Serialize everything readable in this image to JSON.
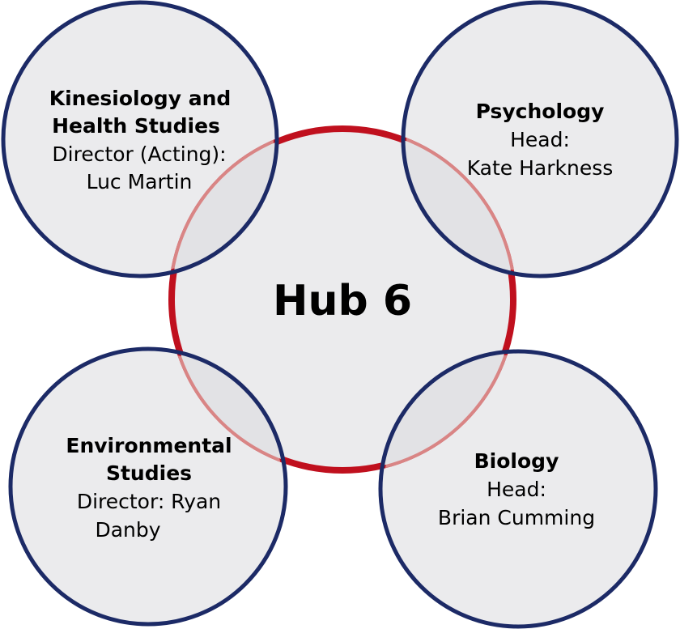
{
  "colors": {
    "fill": "#ebebed",
    "hub_stroke": "#c0101e",
    "hub_stroke_light": "#d98585",
    "unit_stroke": "#1c2a66",
    "text": "#000000"
  },
  "hub": {
    "title": "Hub 6"
  },
  "units": [
    {
      "id": "kinesiology",
      "name_lines": [
        "Kinesiology and",
        "Health Studies"
      ],
      "detail_lines": [
        "Director (Acting):",
        "Luc Martin"
      ]
    },
    {
      "id": "psychology",
      "name_lines": [
        "Psychology"
      ],
      "detail_lines": [
        "Head:",
        "Kate Harkness"
      ]
    },
    {
      "id": "environmental",
      "name_lines": [
        "Environmental",
        "Studies"
      ],
      "detail_lines": [
        "Director: Ryan",
        "Danby"
      ]
    },
    {
      "id": "biology",
      "name_lines": [
        "Biology"
      ],
      "detail_lines": [
        "Head:",
        "Brian Cumming"
      ]
    }
  ]
}
